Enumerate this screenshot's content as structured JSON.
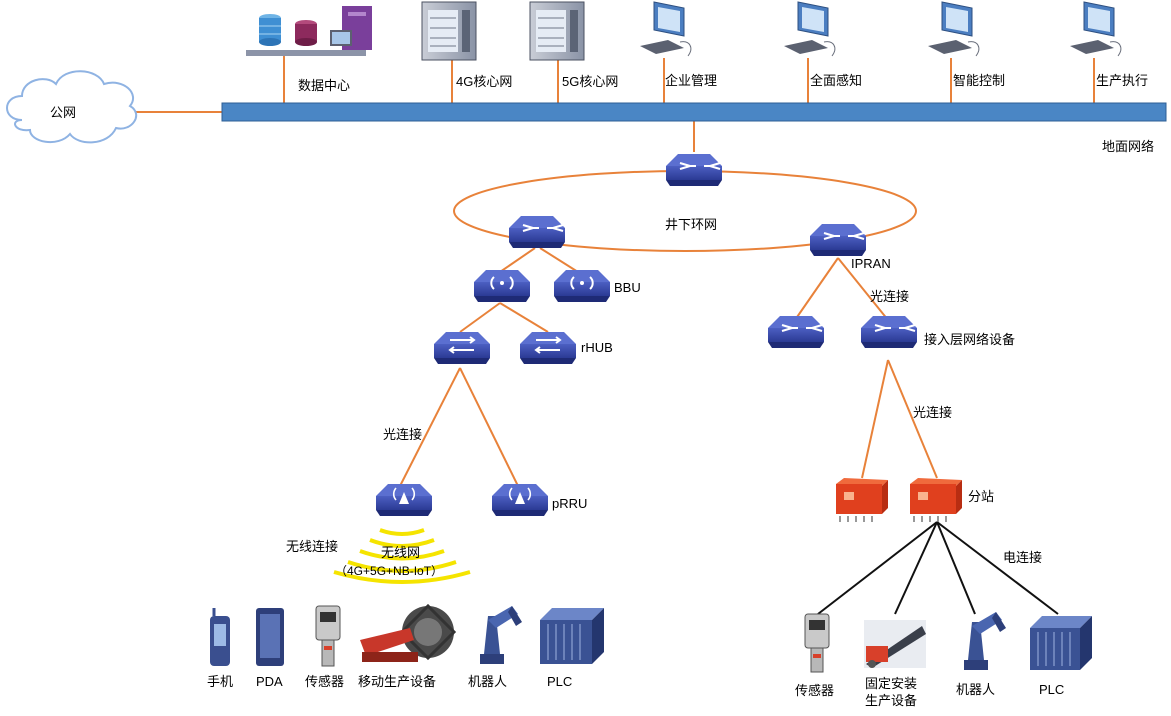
{
  "labels": {
    "public_net": "公网",
    "data_center": "数据中心",
    "core_4g": "4G核心网",
    "core_5g": "5G核心网",
    "enterprise": "企业管理",
    "perception": "全面感知",
    "control": "智能控制",
    "production": "生产执行",
    "ground_net": "地面网络",
    "ring_net": "井下环网",
    "ipran": "IPRAN",
    "bbu": "BBU",
    "rhub": "rHUB",
    "optical_left": "光连接",
    "optical_right_1": "光连接",
    "optical_right_2": "光连接",
    "access_layer": "接入层网络设备",
    "prru": "pRRU",
    "wireless_conn": "无线连接",
    "wireless_net_line1": "无线网",
    "wireless_net_line2": "（4G+5G+NB-IoT）",
    "substation": "分站",
    "electric_conn": "电连接",
    "phone": "手机",
    "pda": "PDA",
    "sensor_left": "传感器",
    "mobile_equipment": "移动生产设备",
    "robot_left": "机器人",
    "plc_left": "PLC",
    "sensor_right": "传感器",
    "fixed_equipment_line1": "固定安装",
    "fixed_equipment_line2": "生产设备",
    "robot_right": "机器人",
    "plc_right": "PLC"
  },
  "colors": {
    "bus": "#4a86c5",
    "link_optical": "#e8823a",
    "link_electric": "#111111",
    "router": "#2d3f9a",
    "substation": "#e0401e",
    "wireless": "#f5e400"
  },
  "icons": {
    "servers": "server-stack-icon",
    "core_rack": "rack-server-icon",
    "workstation": "computer-workstation-icon",
    "router": "router-icon",
    "bbu": "bbu-wireless-icon",
    "rhub": "rhub-switch-icon",
    "prru": "access-point-icon",
    "substation": "substation-box-icon"
  }
}
